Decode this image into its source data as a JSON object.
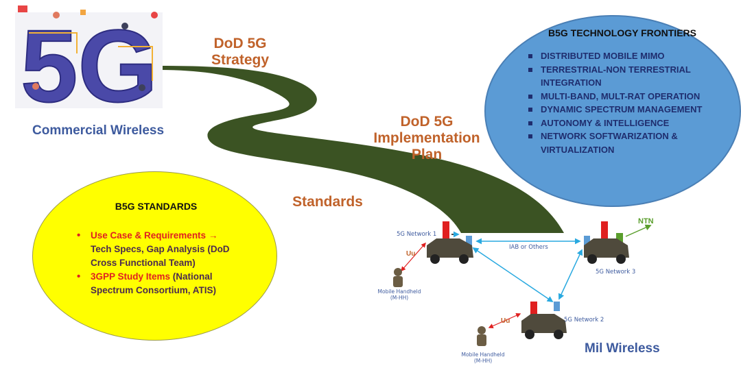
{
  "logo": {
    "text": "5G"
  },
  "commercial": "Commercial Wireless",
  "stages": {
    "strategy": "DoD 5G\nStrategy",
    "implementation": "DoD 5G\nImplementation\nPlan",
    "standards": "Standards"
  },
  "frontiers": {
    "title": "B5G TECHNOLOGY FRONTIERS",
    "items": [
      "DISTRIBUTED MOBILE MIMO",
      "TERRESTRIAL-NON TERRESTRIAL INTEGRATION",
      "MULTI-BAND, MULT-RAT OPERATION",
      "DYNAMIC SPECTRUM MANAGEMENT",
      "AUTONOMY & INTELLIGENCE",
      "NETWORK SOFTWARIZATION & VIRTUALIZATION"
    ]
  },
  "standards_box": {
    "title": "B5G STANDARDS",
    "item1_highlight": "Use Case & Requirements →",
    "item1_rest": "Tech Specs, Gap Analysis (DoD Cross Functional Team)",
    "item2_highlight": "3GPP Study Items",
    "item2_rest": " (National Spectrum Consortium, ATIS)"
  },
  "network": {
    "net1": "5G Network 1",
    "net2": "5G Network 2",
    "net3": "5G Network 3",
    "iab": "IAB or Others",
    "ntn": "NTN",
    "uu": "Uu",
    "handheld": "Mobile Handheld\n(M-HH)"
  },
  "mil": "Mil Wireless",
  "colors": {
    "road": "#3b5323",
    "frontier_fill": "#5b9bd5",
    "standards_fill": "#ffff00",
    "stage_text": "#c0622a",
    "wireless_text": "#3d5a9e",
    "link": "#29a9e0",
    "uu_link": "#e02020",
    "ntn": "#5a9e2c"
  }
}
